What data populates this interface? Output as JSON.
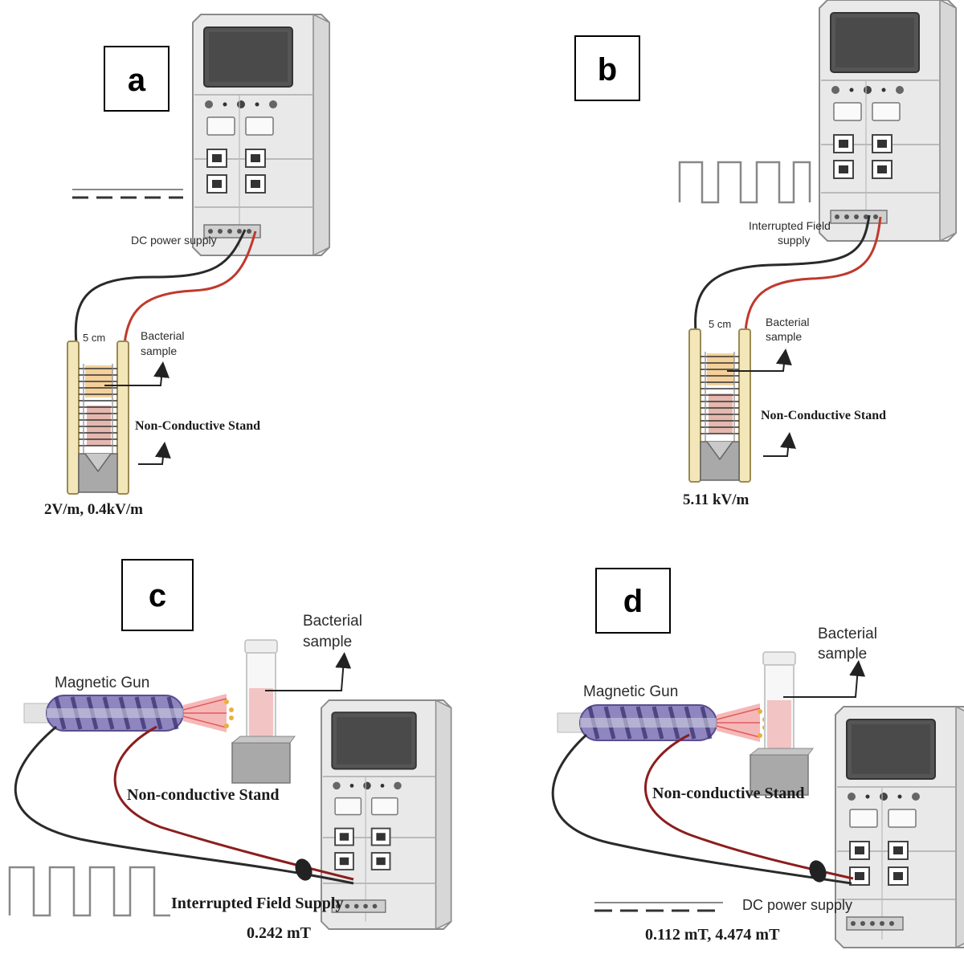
{
  "panels": {
    "a": {
      "letter": "a",
      "supply_label": "DC power supply",
      "gap_label": "5 cm",
      "sample_label_1": "Bacterial",
      "sample_label_2": "sample",
      "stand_label": "Non-Conductive Stand",
      "field_value": "2V/m, 0.4kV/m"
    },
    "b": {
      "letter": "b",
      "supply_label_1": "Interrupted Field",
      "supply_label_2": "supply",
      "gap_label": "5 cm",
      "sample_label_1": "Bacterial",
      "sample_label_2": "sample",
      "stand_label": "Non-Conductive Stand",
      "field_value": "5.11 kV/m"
    },
    "c": {
      "letter": "c",
      "gun_label": "Magnetic Gun",
      "sample_label_1": "Bacterial",
      "sample_label_2": "sample",
      "stand_label": "Non-conductive Stand",
      "supply_label": "Interrupted Field Supply",
      "field_value": "0.242 mT"
    },
    "d": {
      "letter": "d",
      "gun_label": "Magnetic Gun",
      "sample_label_1": "Bacterial",
      "sample_label_2": "sample",
      "stand_label": "Non-conductive Stand",
      "supply_label": "DC power supply",
      "field_value": "0.112 mT, 4.474 mT"
    }
  },
  "colors": {
    "wire_black": "#2a2a2a",
    "wire_red": "#c0392b",
    "device_body": "#eeeeee",
    "device_edge": "#8a8a8a",
    "screen": "#4d4d4d",
    "electrode": "#f3e6b8",
    "coil": "#6a5a9a",
    "sample_fill": "#e8a7a0"
  },
  "icons": [
    "power-supply-icon",
    "electrode-cell-icon",
    "magnetic-gun-icon",
    "test-tube-icon",
    "arrow-icon",
    "square-wave-icon",
    "dc-line-icon"
  ]
}
